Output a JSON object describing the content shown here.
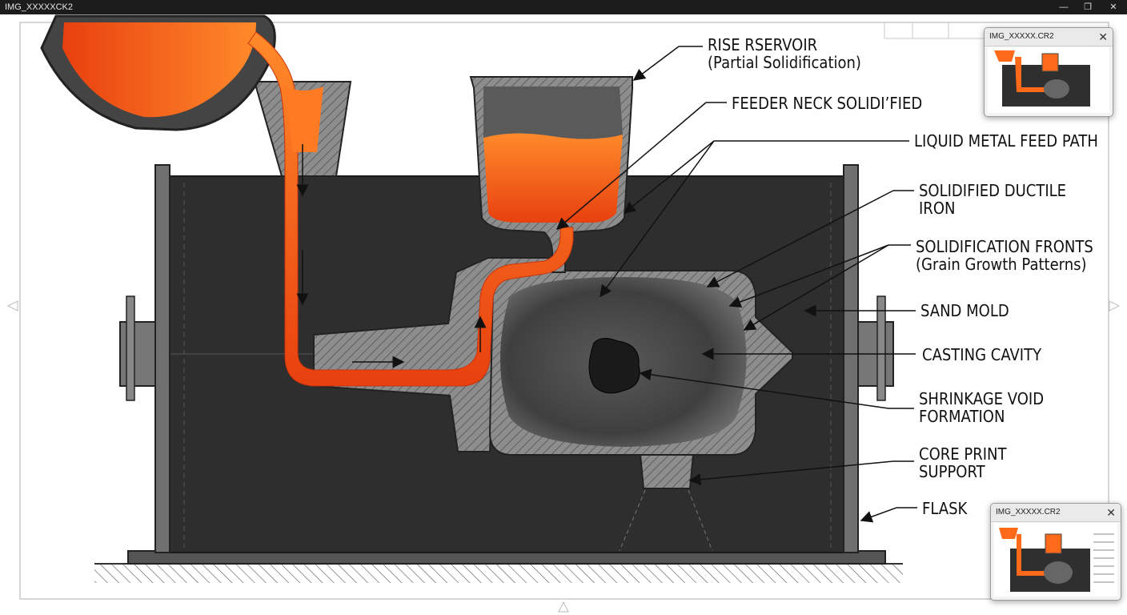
{
  "window": {
    "title": "IMG_XXXXXCK2",
    "minimize": "—",
    "restore": "❐",
    "close": "✕"
  },
  "diagram": {
    "labels": {
      "riser_reservoir": "RISE RSERVOIR",
      "riser_note": "(Partial Solidification)",
      "feeder_neck": "FEEDER NECK SOLIDI’FIED",
      "feed_path": "LIQUID METAL FEED PATH",
      "ductile_iron_1": "SOLIDIFIED DUCTILE",
      "ductile_iron_2": "IRON",
      "fronts_1": "SOLIDIFICATION FRONTS",
      "fronts_2": "(Grain Growth Patterns)",
      "sand_mold": "SAND MOLD",
      "casting_cavity": "CASTING CAVITY",
      "shrinkage_1": "SHRINKAGE VOID",
      "shrinkage_2": "FORMATION",
      "core_print_1": "CORE PRINT",
      "core_print_2": "SUPPORT",
      "flask": "FLASK"
    },
    "colors": {
      "molten_metal": "#ff6a1a",
      "molten_dark": "#e03a10",
      "sand_mold": "#2f2f2f",
      "flask_steel": "#6b6b6b",
      "casting_gray": "#4a4a4a"
    }
  },
  "thumbnails": [
    {
      "title": "IMG_XXXXX.CR2",
      "close": "✕"
    },
    {
      "title": "IMG_XXXXX.CR2",
      "close": "✕"
    }
  ]
}
